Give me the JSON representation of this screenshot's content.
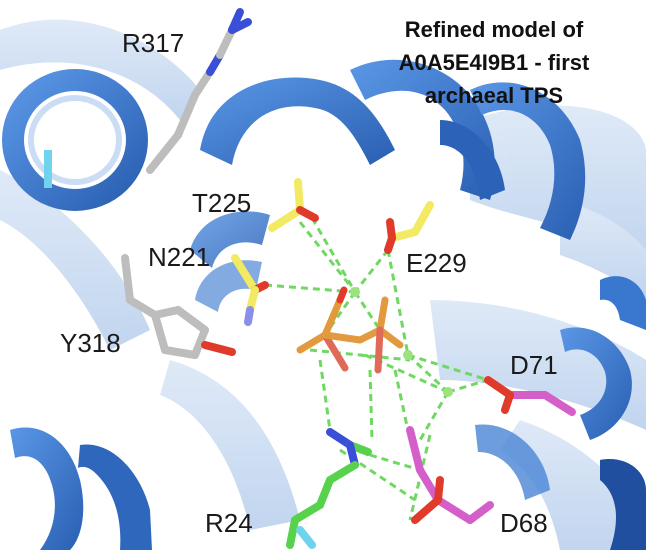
{
  "title": {
    "lines": [
      "Refined model of",
      "A0A5E4I9B1 - first",
      "archaeal TPS"
    ]
  },
  "residue_labels": [
    "R317",
    "T225",
    "N221",
    "E229",
    "Y318",
    "D71",
    "R24",
    "D68"
  ],
  "colors": {
    "helix": "#3a78d0",
    "helix_light": "#7fa9e4",
    "carbon_grey": "#bdbdbd",
    "carbon_yellow": "#f2ea63",
    "carbon_magenta": "#d45fc9",
    "carbon_green": "#58d24c",
    "nitrogen": "#3a4fd8",
    "oxygen": "#e03a2a",
    "phosphate": "#e39a3e",
    "magnesium": "#9de27e",
    "hbond": "#6fd861"
  }
}
